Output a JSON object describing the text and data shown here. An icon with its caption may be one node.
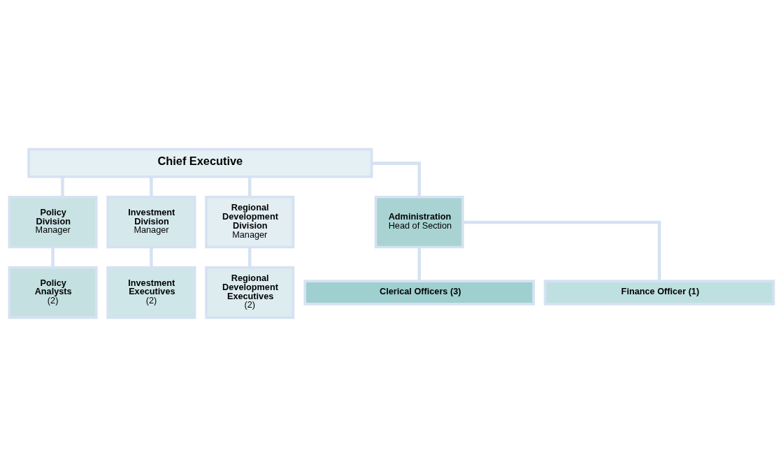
{
  "diagram": {
    "nodes": [
      {
        "text": [
          "Chief Executive"
        ]
      },
      {
        "text": [
          "Policy Division",
          "Manager"
        ]
      },
      {
        "text": [
          "Investment Division",
          "Manager"
        ]
      },
      {
        "text": [
          "Regional Development Division",
          "Manager"
        ]
      },
      {
        "text": [
          "Administration",
          "Head of Section"
        ]
      },
      {
        "text": [
          "Policy Analysts",
          "(2)"
        ]
      },
      {
        "text": [
          "Investment Executives",
          "(2)"
        ]
      },
      {
        "text": [
          "Regional Development Executives",
          "(2)"
        ]
      },
      {
        "text": [
          "Clerical Officers (3)"
        ]
      },
      {
        "text": [
          "Finance Officer (1)"
        ]
      }
    ],
    "edges": [
      {
        "from": 0,
        "to": 4,
        "arrow": "none"
      },
      {
        "from": 0,
        "to": 1,
        "arrow": "none"
      },
      {
        "from": 0,
        "to": 2,
        "arrow": "none"
      },
      {
        "from": 0,
        "to": 3,
        "arrow": "none"
      },
      {
        "from": 1,
        "to": 5,
        "arrow": "none"
      },
      {
        "from": 2,
        "to": 6,
        "arrow": "none"
      },
      {
        "from": 3,
        "to": 7,
        "arrow": "none"
      },
      {
        "from": 4,
        "to": 8,
        "arrow": "none"
      },
      {
        "from": 4,
        "to": 9,
        "arrow": "none"
      }
    ]
  }
}
